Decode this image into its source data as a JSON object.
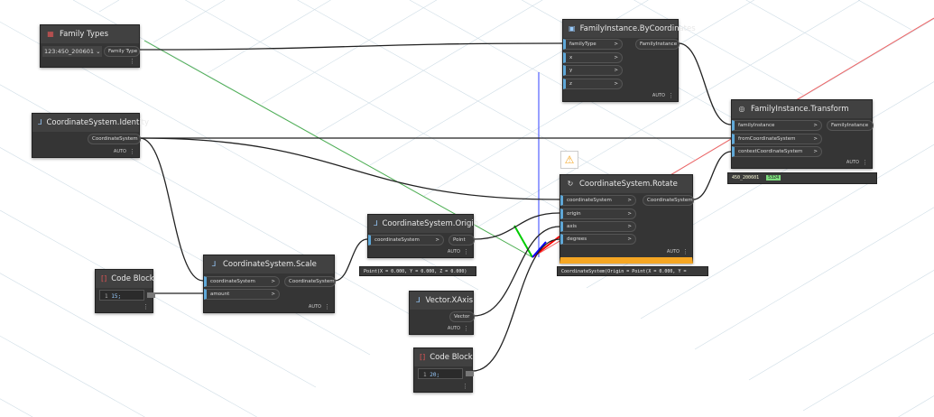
{
  "nodes": {
    "family_types": {
      "title": "Family Types",
      "selected": "123:450_200601",
      "output": "Family Type"
    },
    "by_coordinates": {
      "title": "FamilyInstance.ByCoordinates",
      "inputs": [
        "familyType",
        "x",
        "y",
        "z"
      ],
      "output": "FamilyInstance",
      "lacing": "AUTO"
    },
    "transform": {
      "title": "FamilyInstance.Transform",
      "inputs": [
        "familyInstance",
        "fromCoordinateSystem",
        "contextCoordinateSystem"
      ],
      "output": "FamilyInstance",
      "lacing": "AUTO",
      "preview_text": "450_200601",
      "preview_id": "5324"
    },
    "identity": {
      "title": "CoordinateSystem.Identity",
      "output": "CoordinateSystem",
      "lacing": "AUTO"
    },
    "rotate": {
      "title": "CoordinateSystem.Rotate",
      "inputs": [
        "coordinateSystem",
        "origin",
        "axis",
        "degrees"
      ],
      "output": "CoordinateSystem",
      "lacing": "AUTO",
      "preview": "CoordinateSystem(Origin = Point(X = 0.000, Y =",
      "warning_color": "#f5a623"
    },
    "origin": {
      "title": "CoordinateSystem.Origin",
      "input": "coordinateSystem",
      "output": "Point",
      "lacing": "AUTO",
      "preview": "Point(X = 0.000, Y = 0.000, Z = 0.000)"
    },
    "scale": {
      "title": "CoordinateSystem.Scale",
      "inputs": [
        "coordinateSystem",
        "amount"
      ],
      "output": "CoordinateSystem",
      "lacing": "AUTO"
    },
    "code_block_1": {
      "title": "Code Block",
      "line": "1",
      "code": "15;"
    },
    "xaxis": {
      "title": "Vector.XAxis",
      "output": "Vector",
      "lacing": "AUTO"
    },
    "code_block_2": {
      "title": "Code Block",
      "line": "1",
      "code": "20;"
    }
  }
}
